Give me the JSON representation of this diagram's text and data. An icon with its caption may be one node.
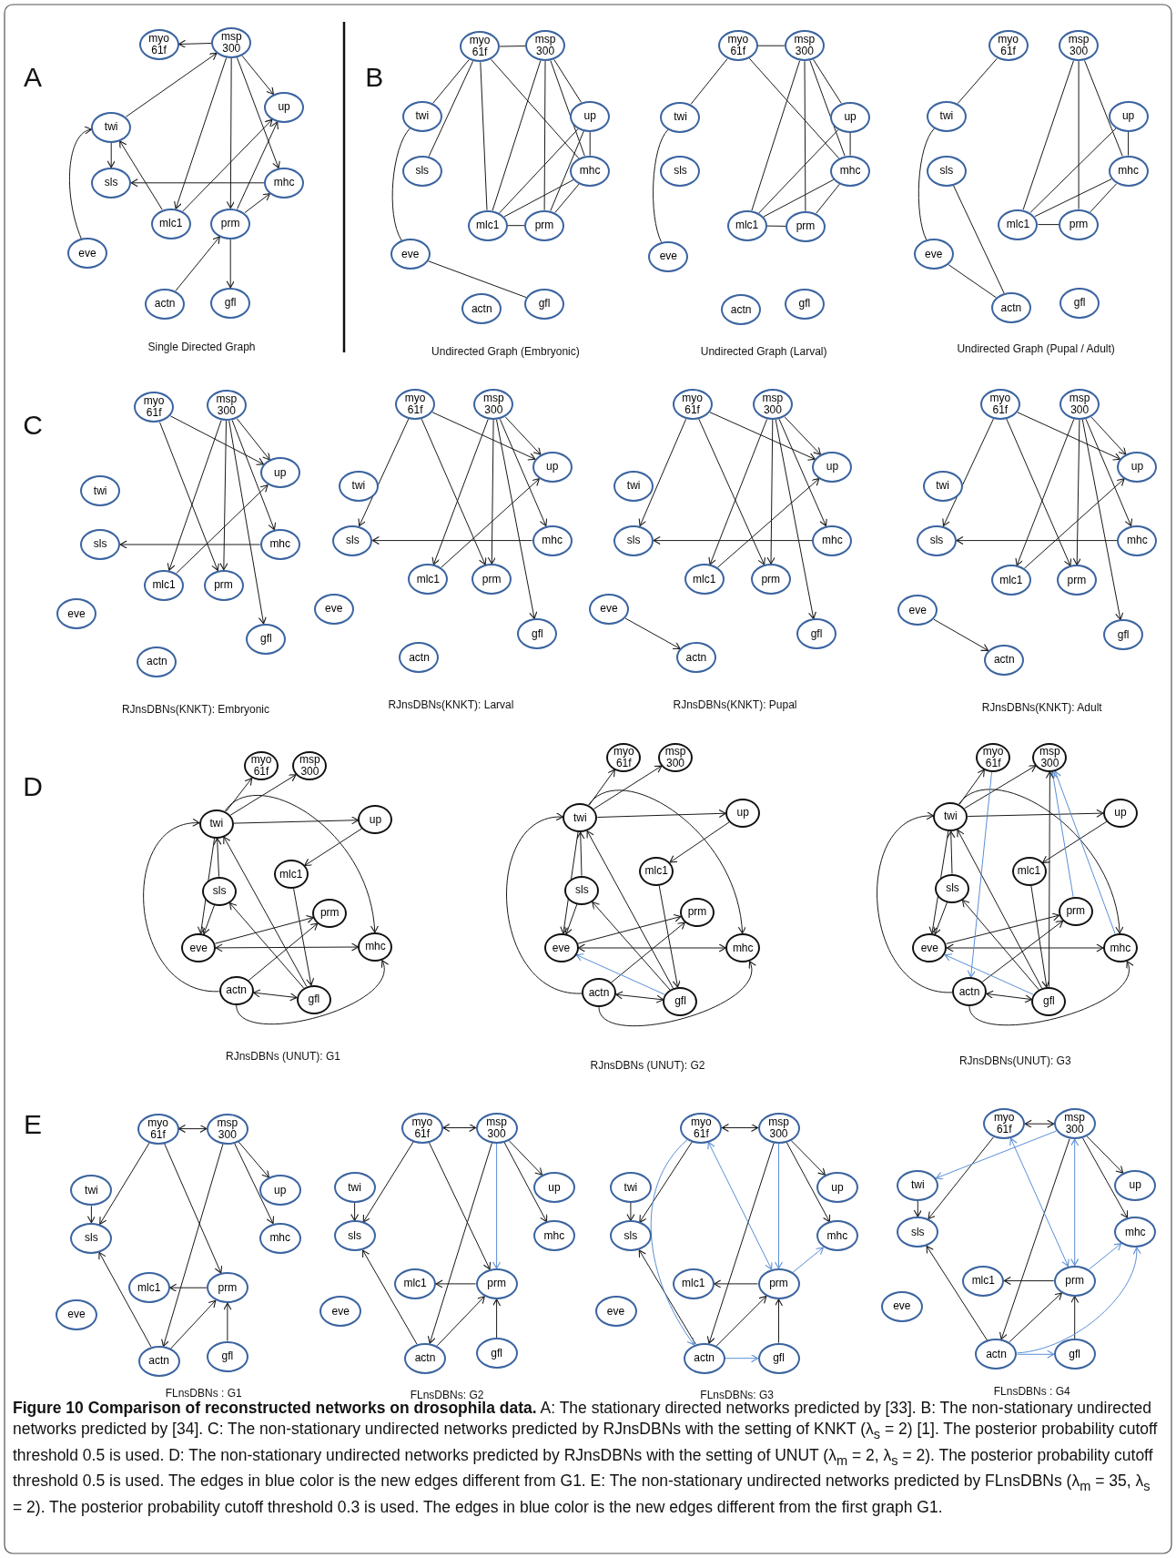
{
  "diagram": {
    "caption": "**Figure 10 Comparison of reconstructed networks on drosophila data.** A: The stationary directed networks predicted by [33]. B: The non-stationary undirected networks predicted by [34]. C: The non-stationary undirected networks predicted by RJnsDBNs with the setting of KNKT (λ$_{s}$ = 2) [1]. The posterior probability cutoff threshold 0.5 is used. D: The non-stationary undirected networks predicted by RJnsDBNs with the setting of UNUT (λ$_{m}$ = 2, λ$_{s}$ = 2). The posterior probability cutoff threshold 0.5 is used. The edges in blue color is the new edges different from G1. E: The non-stationary undirected networks predicted by FLnsDBNs (λ$_{m}$ = 35, λ$_{s}$ = 2). The posterior probability cutoff threshold 0.3 is used. The edges in blue color is the new edges different from the first graph G1.",
    "nodes": [
      {
        "text": [
          "myo 61f"
        ]
      },
      {
        "text": [
          "msp 300"
        ]
      },
      {
        "text": [
          "twi"
        ]
      },
      {
        "text": [
          "up"
        ]
      },
      {
        "text": [
          "sls"
        ]
      },
      {
        "text": [
          "mhc"
        ]
      },
      {
        "text": [
          "mlc1"
        ]
      },
      {
        "text": [
          "prm"
        ]
      },
      {
        "text": [
          "eve"
        ]
      },
      {
        "text": [
          "actn"
        ]
      },
      {
        "text": [
          "gfl"
        ]
      },
      {
        "text": [
          "myo 61f"
        ]
      },
      {
        "text": [
          "msp 300"
        ]
      },
      {
        "text": [
          "twi"
        ]
      },
      {
        "text": [
          "up"
        ]
      },
      {
        "text": [
          "sls"
        ]
      },
      {
        "text": [
          "mhc"
        ]
      },
      {
        "text": [
          "mlc1"
        ]
      },
      {
        "text": [
          "prm"
        ]
      },
      {
        "text": [
          "eve"
        ]
      },
      {
        "text": [
          "actn"
        ]
      },
      {
        "text": [
          "gfl"
        ]
      },
      {
        "text": [
          "myo 61f"
        ]
      },
      {
        "text": [
          "msp 300"
        ]
      },
      {
        "text": [
          "twi"
        ]
      },
      {
        "text": [
          "up"
        ]
      },
      {
        "text": [
          "sls"
        ]
      },
      {
        "text": [
          "mhc"
        ]
      },
      {
        "text": [
          "mlc1"
        ]
      },
      {
        "text": [
          "prm"
        ]
      },
      {
        "text": [
          "eve"
        ]
      },
      {
        "text": [
          "actn"
        ]
      },
      {
        "text": [
          "gfl"
        ]
      },
      {
        "text": [
          "myo 61f"
        ]
      },
      {
        "text": [
          "msp 300"
        ]
      },
      {
        "text": [
          "twi"
        ]
      },
      {
        "text": [
          "up"
        ]
      },
      {
        "text": [
          "sls"
        ]
      },
      {
        "text": [
          "mhc"
        ]
      },
      {
        "text": [
          "mlc1"
        ]
      },
      {
        "text": [
          "prm"
        ]
      },
      {
        "text": [
          "eve"
        ]
      },
      {
        "text": [
          "actn"
        ]
      },
      {
        "text": [
          "gfl"
        ]
      },
      {
        "text": [
          "myo 61f"
        ]
      },
      {
        "text": [
          "msp 300"
        ]
      },
      {
        "text": [
          "twi"
        ]
      },
      {
        "text": [
          "up"
        ]
      },
      {
        "text": [
          "sls"
        ]
      },
      {
        "text": [
          "mhc"
        ]
      },
      {
        "text": [
          "mlc1"
        ]
      },
      {
        "text": [
          "prm"
        ]
      },
      {
        "text": [
          "eve"
        ]
      },
      {
        "text": [
          "actn"
        ]
      },
      {
        "text": [
          "gfl"
        ]
      },
      {
        "text": [
          "myo 61f"
        ]
      },
      {
        "text": [
          "msp 300"
        ]
      },
      {
        "text": [
          "twi"
        ]
      },
      {
        "text": [
          "up"
        ]
      },
      {
        "text": [
          "sls"
        ]
      },
      {
        "text": [
          "mhc"
        ]
      },
      {
        "text": [
          "mlc1"
        ]
      },
      {
        "text": [
          "prm"
        ]
      },
      {
        "text": [
          "eve"
        ]
      },
      {
        "text": [
          "actn"
        ]
      },
      {
        "text": [
          "gfl"
        ]
      },
      {
        "text": [
          "myo 61f"
        ]
      },
      {
        "text": [
          "msp 300"
        ]
      },
      {
        "text": [
          "twi"
        ]
      },
      {
        "text": [
          "up"
        ]
      },
      {
        "text": [
          "sls"
        ]
      },
      {
        "text": [
          "mhc"
        ]
      },
      {
        "text": [
          "mlc1"
        ]
      },
      {
        "text": [
          "prm"
        ]
      },
      {
        "text": [
          "eve"
        ]
      },
      {
        "text": [
          "actn"
        ]
      },
      {
        "text": [
          "gfl"
        ]
      },
      {
        "text": [
          "myo 61f"
        ]
      },
      {
        "text": [
          "msp 300"
        ]
      },
      {
        "text": [
          "twi"
        ]
      },
      {
        "text": [
          "up"
        ]
      },
      {
        "text": [
          "sls"
        ]
      },
      {
        "text": [
          "mhc"
        ]
      },
      {
        "text": [
          "mlc1"
        ]
      },
      {
        "text": [
          "prm"
        ]
      },
      {
        "text": [
          "eve"
        ]
      },
      {
        "text": [
          "actn"
        ]
      },
      {
        "text": [
          "gfl"
        ]
      },
      {
        "text": [
          "myo 61f"
        ]
      },
      {
        "text": [
          "msp 300"
        ]
      },
      {
        "text": [
          "twi"
        ]
      },
      {
        "text": [
          "up"
        ]
      },
      {
        "text": [
          "sls"
        ]
      },
      {
        "text": [
          "mhc"
        ]
      },
      {
        "text": [
          "mlc1"
        ]
      },
      {
        "text": [
          "prm"
        ]
      },
      {
        "text": [
          "eve"
        ]
      },
      {
        "text": [
          "actn"
        ]
      },
      {
        "text": [
          "gfl"
        ]
      },
      {
        "text": [
          "myo 61f"
        ]
      },
      {
        "text": [
          "msp 300"
        ]
      },
      {
        "text": [
          "twi"
        ]
      },
      {
        "text": [
          "up"
        ]
      },
      {
        "text": [
          "sls"
        ]
      },
      {
        "text": [
          "mhc"
        ]
      },
      {
        "text": [
          "mlc1"
        ]
      },
      {
        "text": [
          "prm"
        ]
      },
      {
        "text": [
          "eve"
        ]
      },
      {
        "text": [
          "actn"
        ]
      },
      {
        "text": [
          "gfl"
        ]
      },
      {
        "text": [
          "myo 61f"
        ]
      },
      {
        "text": [
          "msp 300"
        ]
      },
      {
        "text": [
          "twi"
        ]
      },
      {
        "text": [
          "up"
        ]
      },
      {
        "text": [
          "sls"
        ]
      },
      {
        "text": [
          "mhc"
        ]
      },
      {
        "text": [
          "mlc1"
        ]
      },
      {
        "text": [
          "prm"
        ]
      },
      {
        "text": [
          "eve"
        ]
      },
      {
        "text": [
          "actn"
        ]
      },
      {
        "text": [
          "gfl"
        ]
      },
      {
        "text": [
          "myo 61f"
        ]
      },
      {
        "text": [
          "msp 300"
        ]
      },
      {
        "text": [
          "twi"
        ]
      },
      {
        "text": [
          "up"
        ]
      },
      {
        "text": [
          "sls"
        ]
      },
      {
        "text": [
          "mhc"
        ]
      },
      {
        "text": [
          "mlc1"
        ]
      },
      {
        "text": [
          "prm"
        ]
      },
      {
        "text": [
          "eve"
        ]
      },
      {
        "text": [
          "actn"
        ]
      },
      {
        "text": [
          "gfl"
        ]
      },
      {
        "text": [
          "myo 61f"
        ]
      },
      {
        "text": [
          "msp 300"
        ]
      },
      {
        "text": [
          "twi"
        ]
      },
      {
        "text": [
          "up"
        ]
      },
      {
        "text": [
          "sls"
        ]
      },
      {
        "text": [
          "mhc"
        ]
      },
      {
        "text": [
          "mlc1"
        ]
      },
      {
        "text": [
          "prm"
        ]
      },
      {
        "text": [
          "eve"
        ]
      },
      {
        "text": [
          "actn"
        ]
      },
      {
        "text": [
          "gfl"
        ]
      },
      {
        "text": [
          "myo 61f"
        ]
      },
      {
        "text": [
          "msp 300"
        ]
      },
      {
        "text": [
          "twi"
        ]
      },
      {
        "text": [
          "up"
        ]
      },
      {
        "text": [
          "sls"
        ]
      },
      {
        "text": [
          "mhc"
        ]
      },
      {
        "text": [
          "mlc1"
        ]
      },
      {
        "text": [
          "prm"
        ]
      },
      {
        "text": [
          "eve"
        ]
      },
      {
        "text": [
          "actn"
        ]
      },
      {
        "text": [
          "gfl"
        ]
      },
      {
        "text": [
          "myo 61f"
        ]
      },
      {
        "text": [
          "msp 300"
        ]
      },
      {
        "text": [
          "twi"
        ]
      },
      {
        "text": [
          "up"
        ]
      },
      {
        "text": [
          "sls"
        ]
      },
      {
        "text": [
          "mhc"
        ]
      },
      {
        "text": [
          "mlc1"
        ]
      },
      {
        "text": [
          "prm"
        ]
      },
      {
        "text": [
          "eve"
        ]
      },
      {
        "text": [
          "actn"
        ]
      },
      {
        "text": [
          "gfl"
        ]
      }
    ],
    "edges": [
      {
        "from": 1,
        "to": 0,
        "arrow": "to"
      },
      {
        "from": 1,
        "to": 3,
        "arrow": "to"
      },
      {
        "from": 2,
        "to": 1,
        "arrow": "to"
      },
      {
        "from": 2,
        "to": 4,
        "arrow": "to"
      },
      {
        "from": 6,
        "to": 2,
        "arrow": "to"
      },
      {
        "from": 1,
        "to": 6,
        "arrow": "to"
      },
      {
        "from": 6,
        "to": 3,
        "arrow": "to"
      },
      {
        "from": 1,
        "to": 7,
        "arrow": "to"
      },
      {
        "from": 1,
        "to": 5,
        "arrow": "to"
      },
      {
        "from": 5,
        "to": 4,
        "arrow": "to"
      },
      {
        "from": 7,
        "to": 3,
        "arrow": "to"
      },
      {
        "from": 7,
        "to": 5,
        "arrow": "to"
      },
      {
        "from": 9,
        "to": 7,
        "arrow": "to"
      },
      {
        "from": 7,
        "to": 10,
        "arrow": "to"
      },
      {
        "from": 8,
        "to": 2,
        "arrow": "to"
      },
      {
        "from": 11,
        "to": 12,
        "arrow": "none"
      },
      {
        "from": 11,
        "to": 13,
        "arrow": "none"
      },
      {
        "from": 11,
        "to": 15,
        "arrow": "none"
      },
      {
        "from": 11,
        "to": 17,
        "arrow": "none"
      },
      {
        "from": 11,
        "to": 16,
        "arrow": "none"
      },
      {
        "from": 12,
        "to": 17,
        "arrow": "none"
      },
      {
        "from": 12,
        "to": 18,
        "arrow": "none"
      },
      {
        "from": 12,
        "to": 14,
        "arrow": "none"
      },
      {
        "from": 12,
        "to": 16,
        "arrow": "none"
      },
      {
        "from": 14,
        "to": 16,
        "arrow": "none"
      },
      {
        "from": 14,
        "to": 17,
        "arrow": "none"
      },
      {
        "from": 14,
        "to": 18,
        "arrow": "none"
      },
      {
        "from": 16,
        "to": 17,
        "arrow": "none"
      },
      {
        "from": 16,
        "to": 18,
        "arrow": "none"
      },
      {
        "from": 17,
        "to": 18,
        "arrow": "none"
      },
      {
        "from": 13,
        "to": 19,
        "arrow": "none"
      },
      {
        "from": 19,
        "to": 21,
        "arrow": "none"
      },
      {
        "from": 22,
        "to": 23,
        "arrow": "none"
      },
      {
        "from": 22,
        "to": 24,
        "arrow": "none"
      },
      {
        "from": 22,
        "to": 27,
        "arrow": "none"
      },
      {
        "from": 23,
        "to": 28,
        "arrow": "none"
      },
      {
        "from": 23,
        "to": 29,
        "arrow": "none"
      },
      {
        "from": 23,
        "to": 25,
        "arrow": "none"
      },
      {
        "from": 23,
        "to": 27,
        "arrow": "none"
      },
      {
        "from": 25,
        "to": 27,
        "arrow": "none"
      },
      {
        "from": 25,
        "to": 28,
        "arrow": "none"
      },
      {
        "from": 27,
        "to": 28,
        "arrow": "none"
      },
      {
        "from": 27,
        "to": 29,
        "arrow": "none"
      },
      {
        "from": 28,
        "to": 29,
        "arrow": "none"
      },
      {
        "from": 24,
        "to": 30,
        "arrow": "none"
      },
      {
        "from": 33,
        "to": 35,
        "arrow": "none"
      },
      {
        "from": 34,
        "to": 39,
        "arrow": "none"
      },
      {
        "from": 34,
        "to": 40,
        "arrow": "none"
      },
      {
        "from": 34,
        "to": 38,
        "arrow": "none"
      },
      {
        "from": 36,
        "to": 38,
        "arrow": "none"
      },
      {
        "from": 36,
        "to": 39,
        "arrow": "none"
      },
      {
        "from": 38,
        "to": 39,
        "arrow": "none"
      },
      {
        "from": 38,
        "to": 40,
        "arrow": "none"
      },
      {
        "from": 39,
        "to": 40,
        "arrow": "none"
      },
      {
        "from": 35,
        "to": 41,
        "arrow": "none"
      },
      {
        "from": 37,
        "to": 42,
        "arrow": "none"
      },
      {
        "from": 41,
        "to": 42,
        "arrow": "none"
      },
      {
        "from": 44,
        "to": 47,
        "arrow": "to"
      },
      {
        "from": 44,
        "to": 51,
        "arrow": "to"
      },
      {
        "from": 45,
        "to": 47,
        "arrow": "to"
      },
      {
        "from": 45,
        "to": 50,
        "arrow": "to"
      },
      {
        "from": 45,
        "to": 51,
        "arrow": "to"
      },
      {
        "from": 45,
        "to": 49,
        "arrow": "to"
      },
      {
        "from": 45,
        "to": 54,
        "arrow": "to"
      },
      {
        "from": 50,
        "to": 47,
        "arrow": "to"
      },
      {
        "from": 49,
        "to": 48,
        "arrow": "to"
      },
      {
        "from": 55,
        "to": 59,
        "arrow": "to"
      },
      {
        "from": 55,
        "to": 58,
        "arrow": "to"
      },
      {
        "from": 55,
        "to": 62,
        "arrow": "to"
      },
      {
        "from": 56,
        "to": 58,
        "arrow": "to"
      },
      {
        "from": 56,
        "to": 61,
        "arrow": "to"
      },
      {
        "from": 56,
        "to": 62,
        "arrow": "to"
      },
      {
        "from": 56,
        "to": 60,
        "arrow": "to"
      },
      {
        "from": 56,
        "to": 65,
        "arrow": "to"
      },
      {
        "from": 61,
        "to": 58,
        "arrow": "to"
      },
      {
        "from": 60,
        "to": 59,
        "arrow": "to"
      },
      {
        "from": 66,
        "to": 70,
        "arrow": "to"
      },
      {
        "from": 66,
        "to": 69,
        "arrow": "to"
      },
      {
        "from": 66,
        "to": 73,
        "arrow": "to"
      },
      {
        "from": 67,
        "to": 69,
        "arrow": "to"
      },
      {
        "from": 67,
        "to": 72,
        "arrow": "to"
      },
      {
        "from": 67,
        "to": 73,
        "arrow": "to"
      },
      {
        "from": 67,
        "to": 71,
        "arrow": "to"
      },
      {
        "from": 67,
        "to": 76,
        "arrow": "to"
      },
      {
        "from": 72,
        "to": 69,
        "arrow": "to"
      },
      {
        "from": 71,
        "to": 70,
        "arrow": "to"
      },
      {
        "from": 74,
        "to": 75,
        "arrow": "to"
      },
      {
        "from": 77,
        "to": 81,
        "arrow": "to"
      },
      {
        "from": 77,
        "to": 80,
        "arrow": "to"
      },
      {
        "from": 77,
        "to": 84,
        "arrow": "to"
      },
      {
        "from": 78,
        "to": 80,
        "arrow": "to"
      },
      {
        "from": 78,
        "to": 83,
        "arrow": "to"
      },
      {
        "from": 78,
        "to": 84,
        "arrow": "to"
      },
      {
        "from": 78,
        "to": 82,
        "arrow": "to"
      },
      {
        "from": 78,
        "to": 87,
        "arrow": "to"
      },
      {
        "from": 83,
        "to": 80,
        "arrow": "to"
      },
      {
        "from": 82,
        "to": 81,
        "arrow": "to"
      },
      {
        "from": 85,
        "to": 86,
        "arrow": "to"
      },
      {
        "from": 90,
        "to": 88,
        "arrow": "to"
      },
      {
        "from": 90,
        "to": 89,
        "arrow": "to"
      },
      {
        "from": 90,
        "to": 91,
        "arrow": "to"
      },
      {
        "from": 91,
        "to": 94,
        "arrow": "to"
      },
      {
        "from": 90,
        "to": 96,
        "arrow": "to"
      },
      {
        "from": 92,
        "to": 90,
        "arrow": "to"
      },
      {
        "from": 92,
        "to": 96,
        "arrow": "to"
      },
      {
        "from": 98,
        "to": 92,
        "arrow": "to"
      },
      {
        "from": 98,
        "to": 90,
        "arrow": "to"
      },
      {
        "from": 94,
        "to": 98,
        "arrow": "to"
      },
      {
        "from": 96,
        "to": 95,
        "arrow": "to"
      },
      {
        "from": 97,
        "to": 95,
        "arrow": "to"
      },
      {
        "from": 96,
        "to": 93,
        "arrow": "both"
      },
      {
        "from": 97,
        "to": 98,
        "arrow": "both"
      },
      {
        "from": 97,
        "to": 90,
        "arrow": "to"
      },
      {
        "from": 90,
        "to": 93,
        "arrow": "to"
      },
      {
        "from": 97,
        "to": 93,
        "arrow": "to"
      },
      {
        "from": 101,
        "to": 99,
        "arrow": "to"
      },
      {
        "from": 101,
        "to": 100,
        "arrow": "to"
      },
      {
        "from": 101,
        "to": 102,
        "arrow": "to"
      },
      {
        "from": 102,
        "to": 105,
        "arrow": "to"
      },
      {
        "from": 101,
        "to": 107,
        "arrow": "to"
      },
      {
        "from": 103,
        "to": 101,
        "arrow": "to"
      },
      {
        "from": 103,
        "to": 107,
        "arrow": "to"
      },
      {
        "from": 109,
        "to": 103,
        "arrow": "to"
      },
      {
        "from": 109,
        "to": 101,
        "arrow": "to"
      },
      {
        "from": 105,
        "to": 109,
        "arrow": "to"
      },
      {
        "from": 107,
        "to": 106,
        "arrow": "to"
      },
      {
        "from": 108,
        "to": 106,
        "arrow": "to"
      },
      {
        "from": 107,
        "to": 104,
        "arrow": "both"
      },
      {
        "from": 108,
        "to": 109,
        "arrow": "both"
      },
      {
        "from": 108,
        "to": 101,
        "arrow": "to"
      },
      {
        "from": 101,
        "to": 104,
        "arrow": "to"
      },
      {
        "from": 108,
        "to": 104,
        "arrow": "to"
      },
      {
        "from": 109,
        "to": 107,
        "arrow": "to",
        "color": "#5b8fd6"
      },
      {
        "from": 112,
        "to": 110,
        "arrow": "to"
      },
      {
        "from": 112,
        "to": 111,
        "arrow": "to"
      },
      {
        "from": 112,
        "to": 113,
        "arrow": "to"
      },
      {
        "from": 113,
        "to": 116,
        "arrow": "to"
      },
      {
        "from": 112,
        "to": 118,
        "arrow": "to"
      },
      {
        "from": 114,
        "to": 112,
        "arrow": "to"
      },
      {
        "from": 114,
        "to": 118,
        "arrow": "to"
      },
      {
        "from": 120,
        "to": 114,
        "arrow": "to"
      },
      {
        "from": 120,
        "to": 112,
        "arrow": "to"
      },
      {
        "from": 116,
        "to": 120,
        "arrow": "to"
      },
      {
        "from": 118,
        "to": 117,
        "arrow": "to"
      },
      {
        "from": 119,
        "to": 117,
        "arrow": "to"
      },
      {
        "from": 118,
        "to": 115,
        "arrow": "both"
      },
      {
        "from": 119,
        "to": 120,
        "arrow": "both"
      },
      {
        "from": 119,
        "to": 112,
        "arrow": "to"
      },
      {
        "from": 112,
        "to": 115,
        "arrow": "to"
      },
      {
        "from": 119,
        "to": 115,
        "arrow": "to"
      },
      {
        "from": 120,
        "to": 118,
        "arrow": "to",
        "color": "#5b8fd6"
      },
      {
        "from": 110,
        "to": 119,
        "arrow": "to",
        "color": "#5b8fd6"
      },
      {
        "from": 117,
        "to": 111,
        "arrow": "to",
        "color": "#5b8fd6"
      },
      {
        "from": 115,
        "to": 111,
        "arrow": "to",
        "color": "#5b8fd6"
      },
      {
        "from": 120,
        "to": 111,
        "arrow": "to"
      },
      {
        "from": 121,
        "to": 122,
        "arrow": "both"
      },
      {
        "from": 121,
        "to": 125,
        "arrow": "to"
      },
      {
        "from": 121,
        "to": 128,
        "arrow": "to"
      },
      {
        "from": 122,
        "to": 130,
        "arrow": "to"
      },
      {
        "from": 122,
        "to": 124,
        "arrow": "to"
      },
      {
        "from": 122,
        "to": 126,
        "arrow": "to"
      },
      {
        "from": 123,
        "to": 125,
        "arrow": "to"
      },
      {
        "from": 130,
        "to": 125,
        "arrow": "to"
      },
      {
        "from": 128,
        "to": 127,
        "arrow": "to"
      },
      {
        "from": 130,
        "to": 128,
        "arrow": "to"
      },
      {
        "from": 131,
        "to": 128,
        "arrow": "to"
      },
      {
        "from": 132,
        "to": 133,
        "arrow": "both"
      },
      {
        "from": 132,
        "to": 136,
        "arrow": "to"
      },
      {
        "from": 132,
        "to": 139,
        "arrow": "to"
      },
      {
        "from": 133,
        "to": 141,
        "arrow": "to"
      },
      {
        "from": 133,
        "to": 135,
        "arrow": "to"
      },
      {
        "from": 133,
        "to": 137,
        "arrow": "to"
      },
      {
        "from": 134,
        "to": 136,
        "arrow": "to"
      },
      {
        "from": 141,
        "to": 136,
        "arrow": "to"
      },
      {
        "from": 139,
        "to": 138,
        "arrow": "to"
      },
      {
        "from": 141,
        "to": 139,
        "arrow": "to"
      },
      {
        "from": 142,
        "to": 139,
        "arrow": "to"
      },
      {
        "from": 133,
        "to": 139,
        "arrow": "to",
        "color": "#5b8fd6"
      },
      {
        "from": 143,
        "to": 144,
        "arrow": "both"
      },
      {
        "from": 143,
        "to": 147,
        "arrow": "to"
      },
      {
        "from": 144,
        "to": 152,
        "arrow": "to"
      },
      {
        "from": 144,
        "to": 146,
        "arrow": "to"
      },
      {
        "from": 144,
        "to": 148,
        "arrow": "to"
      },
      {
        "from": 145,
        "to": 147,
        "arrow": "to"
      },
      {
        "from": 152,
        "to": 147,
        "arrow": "to"
      },
      {
        "from": 150,
        "to": 149,
        "arrow": "to"
      },
      {
        "from": 152,
        "to": 150,
        "arrow": "to"
      },
      {
        "from": 153,
        "to": 150,
        "arrow": "to"
      },
      {
        "from": 143,
        "to": 152,
        "arrow": "to",
        "color": "#5b8fd6"
      },
      {
        "from": 143,
        "to": 150,
        "arrow": "both",
        "color": "#5b8fd6"
      },
      {
        "from": 144,
        "to": 150,
        "arrow": "to",
        "color": "#5b8fd6"
      },
      {
        "from": 150,
        "to": 148,
        "arrow": "to",
        "color": "#5b8fd6"
      },
      {
        "from": 152,
        "to": 153,
        "arrow": "to",
        "color": "#5b8fd6"
      },
      {
        "from": 154,
        "to": 155,
        "arrow": "both"
      },
      {
        "from": 154,
        "to": 158,
        "arrow": "to"
      },
      {
        "from": 155,
        "to": 163,
        "arrow": "to"
      },
      {
        "from": 155,
        "to": 157,
        "arrow": "to"
      },
      {
        "from": 155,
        "to": 159,
        "arrow": "to"
      },
      {
        "from": 156,
        "to": 158,
        "arrow": "to"
      },
      {
        "from": 163,
        "to": 158,
        "arrow": "to"
      },
      {
        "from": 161,
        "to": 160,
        "arrow": "to"
      },
      {
        "from": 163,
        "to": 161,
        "arrow": "to"
      },
      {
        "from": 164,
        "to": 161,
        "arrow": "to"
      },
      {
        "from": 155,
        "to": 156,
        "arrow": "to",
        "color": "#5b8fd6"
      },
      {
        "from": 154,
        "to": 161,
        "arrow": "both",
        "color": "#5b8fd6"
      },
      {
        "from": 155,
        "to": 161,
        "arrow": "both",
        "color": "#5b8fd6"
      },
      {
        "from": 161,
        "to": 159,
        "arrow": "to",
        "color": "#5b8fd6"
      },
      {
        "from": 163,
        "to": 164,
        "arrow": "to",
        "color": "#5b8fd6"
      },
      {
        "from": 163,
        "to": 159,
        "arrow": "to",
        "color": "#5b8fd6"
      }
    ],
    "labels": [
      "A",
      "B",
      "Single Directed Graph",
      "Undirected Graph (Embryonic)",
      "Undirected Graph (Larval)",
      "Undirected Graph (Pupal / Adult)",
      "C",
      "RJnsDBNs(KNKT): Embryonic",
      "RJnsDBNs(KNKT): Larval",
      "RJnsDBNs(KNKT): Pupal",
      "RJnsDBNs(KNKT): Adult",
      "D",
      "RJnsDBNs (UNUT): G1",
      "RJnsDBNs (UNUT): G2",
      "RJnsDBNs(UNUT): G3",
      "E",
      "FLnsDBNs : G1",
      "FLnsDBNs: G2",
      "FLnsDBNs: G3",
      "FLnsDBNs : G4"
    ]
  }
}
